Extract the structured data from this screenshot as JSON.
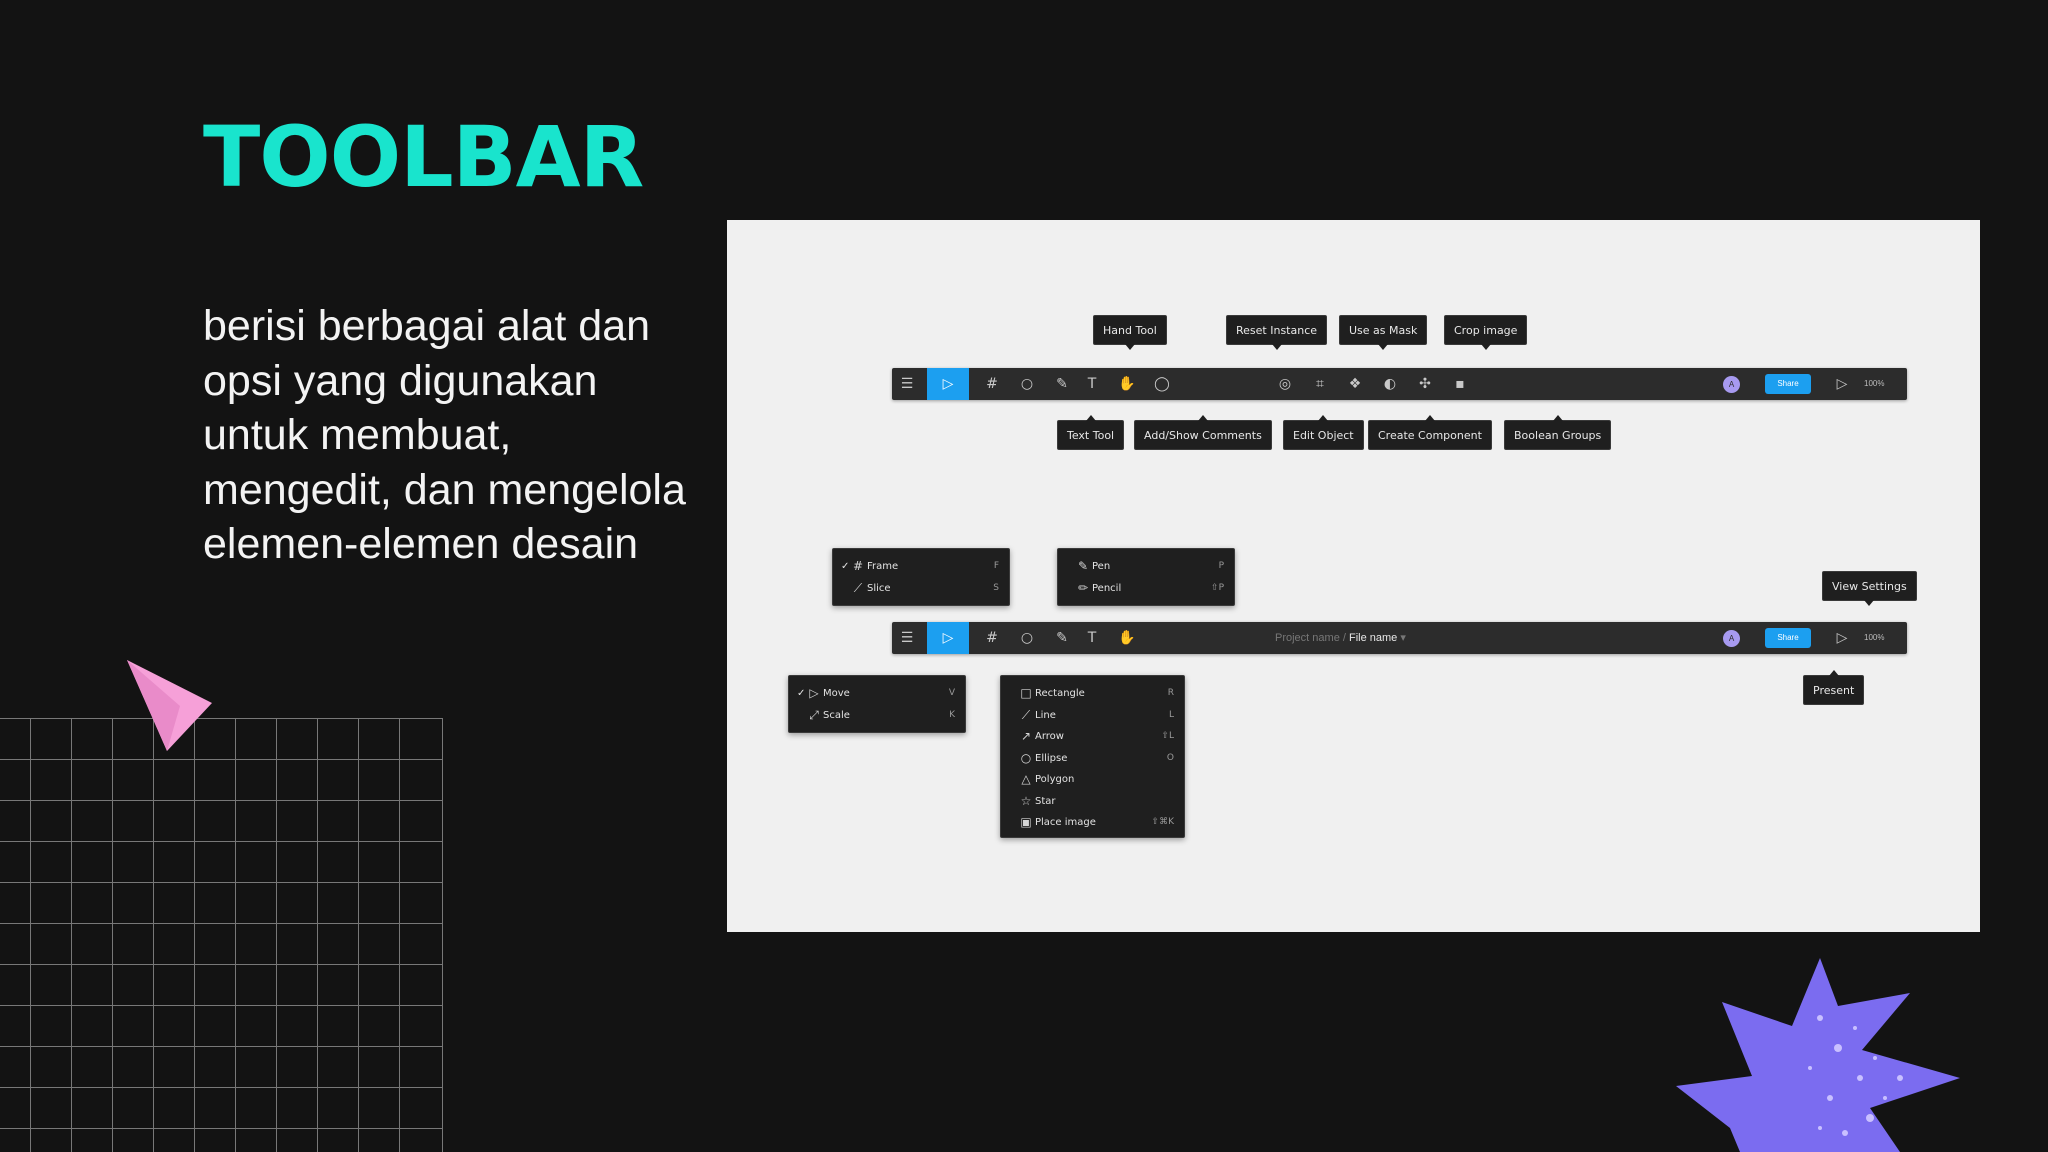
{
  "slide": {
    "title": "TOOLBAR",
    "description": "berisi berbagai alat dan opsi yang digunakan untuk membuat, mengedit, dan mengelola elemen-elemen desain"
  },
  "colors": {
    "title": "#19e4cd",
    "accent_blue": "#1c9ff0",
    "triangle": "#f6a0d8",
    "star": "#7b6cf0"
  },
  "toolbar_top": {
    "tooltips_above": [
      "Hand Tool",
      "Reset Instance",
      "Use as Mask",
      "Crop image"
    ],
    "tooltips_below": [
      "Text Tool",
      "Add/Show Comments",
      "Edit Object",
      "Create Component",
      "Boolean Groups"
    ],
    "icons": [
      "menu-icon",
      "move-icon",
      "frame-icon",
      "shape-icon",
      "pen-icon",
      "text-icon",
      "hand-icon",
      "comment-icon",
      "reset-instance-icon",
      "crop-icon",
      "edit-object-icon",
      "component-icon",
      "mask-icon",
      "boolean-icon"
    ],
    "avatar": "A",
    "share_label": "Share",
    "zoom": "100%"
  },
  "toolbar_bottom": {
    "project_name": "Project name",
    "separator": "/",
    "file_name": "File name",
    "avatar": "A",
    "share_label": "Share",
    "zoom": "100%",
    "tooltips": {
      "view_settings": "View Settings",
      "present": "Present"
    }
  },
  "menus": {
    "frame": [
      {
        "label": "Frame",
        "shortcut": "F",
        "checked": true,
        "icon": "frame-icon"
      },
      {
        "label": "Slice",
        "shortcut": "S",
        "checked": false,
        "icon": "slice-icon"
      }
    ],
    "pen": [
      {
        "label": "Pen",
        "shortcut": "P",
        "icon": "pen-icon"
      },
      {
        "label": "Pencil",
        "shortcut": "⇧P",
        "icon": "pencil-icon"
      }
    ],
    "move": [
      {
        "label": "Move",
        "shortcut": "V",
        "checked": true,
        "icon": "move-icon"
      },
      {
        "label": "Scale",
        "shortcut": "K",
        "checked": false,
        "icon": "scale-icon"
      }
    ],
    "shapes": [
      {
        "label": "Rectangle",
        "shortcut": "R",
        "icon": "rectangle-icon"
      },
      {
        "label": "Line",
        "shortcut": "L",
        "icon": "line-icon"
      },
      {
        "label": "Arrow",
        "shortcut": "⇧L",
        "icon": "arrow-icon"
      },
      {
        "label": "Ellipse",
        "shortcut": "O",
        "icon": "ellipse-icon"
      },
      {
        "label": "Polygon",
        "shortcut": "",
        "icon": "polygon-icon"
      },
      {
        "label": "Star",
        "shortcut": "",
        "icon": "star-icon"
      },
      {
        "label": "Place image",
        "shortcut": "⇧⌘K",
        "icon": "image-icon"
      }
    ]
  }
}
